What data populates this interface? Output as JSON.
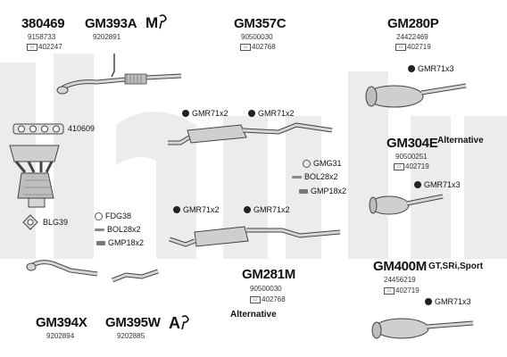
{
  "watermark": "klarius",
  "parts": {
    "p380469": {
      "number": "380469",
      "code": "9158733",
      "oem": "402247"
    },
    "gm393a": {
      "number": "GM393A",
      "code": "9202891"
    },
    "gm357c": {
      "number": "GM357C",
      "code": "90500030",
      "oem": "402768"
    },
    "gm280p": {
      "number": "GM280P",
      "code": "24422469",
      "oem": "402719"
    },
    "gm304e": {
      "number": "GM304E",
      "code": "90500251",
      "oem": "402719",
      "note": "Alternative"
    },
    "gm281m": {
      "number": "GM281M",
      "code": "90500030",
      "oem": "402768",
      "note": "Alternative"
    },
    "gm400m": {
      "number": "GM400M",
      "code": "24456219",
      "oem": "402719",
      "note": "GT,SRi,Sport"
    },
    "gm394x": {
      "number": "GM394X",
      "code": "9202894"
    },
    "gm395w": {
      "number": "GM395W",
      "code": "9202885"
    },
    "p410609": {
      "number": "410609"
    },
    "blg39": {
      "number": "BLG39"
    }
  },
  "hardware": {
    "gmr71x2_a": "GMR71x2",
    "gmr71x2_b": "GMR71x2",
    "gmr71x2_c": "GMR71x2",
    "gmr71x2_d": "GMR71x2",
    "gmr71x3_a": "GMR71x3",
    "gmr71x3_b": "GMR71x3",
    "gmr71x3_c": "GMR71x3",
    "gmg31": "GMG31",
    "bol28x2_a": "BOL28x2",
    "gmp18x2_a": "GMP18x2",
    "fdg38": "FDG38",
    "bol28x2_b": "BOL28x2",
    "gmp18x2_b": "GMP18x2"
  },
  "colors": {
    "watermark": "#ececec",
    "part_fill": "#d6d6d6",
    "part_stroke": "#444444"
  }
}
